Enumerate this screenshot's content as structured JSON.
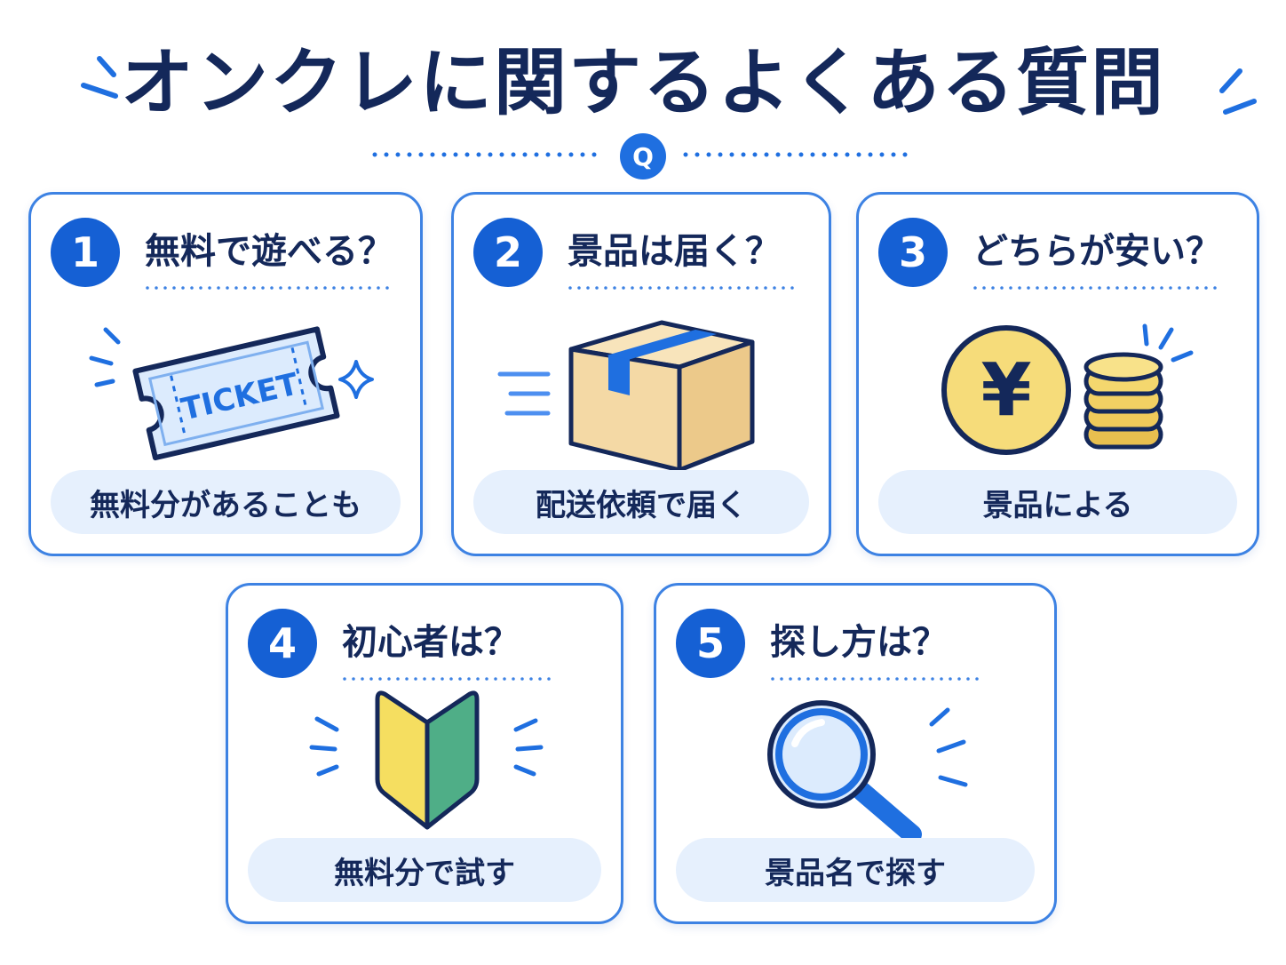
{
  "title": "オンクレに関するよくある質問",
  "q_badge": "Q",
  "colors": {
    "navy": "#14285a",
    "accent_blue": "#1f6fe0",
    "card_border": "#3d82e3",
    "answer_bg": "#e6f0fd",
    "box_tan": "#f4d9a5",
    "coin_yellow": "#f6dc7a",
    "leaf_yellow": "#f5de60",
    "leaf_green": "#4fae87"
  },
  "cards": [
    {
      "number": "1",
      "question": "無料で遊べる？",
      "answer": "無料分があることも",
      "icon": "ticket-icon",
      "ticket_text": "TICKET"
    },
    {
      "number": "2",
      "question": "景品は届く？",
      "answer": "配送依頼で届く",
      "icon": "cardboard-box-icon"
    },
    {
      "number": "3",
      "question": "どちらが安い？",
      "answer": "景品による",
      "icon": "yen-coin-icon",
      "coin_symbol": "¥"
    },
    {
      "number": "4",
      "question": "初心者は？",
      "answer": "無料分で試す",
      "icon": "beginner-mark-icon"
    },
    {
      "number": "5",
      "question": "探し方は？",
      "answer": "景品名で探す",
      "icon": "magnifier-icon"
    }
  ]
}
